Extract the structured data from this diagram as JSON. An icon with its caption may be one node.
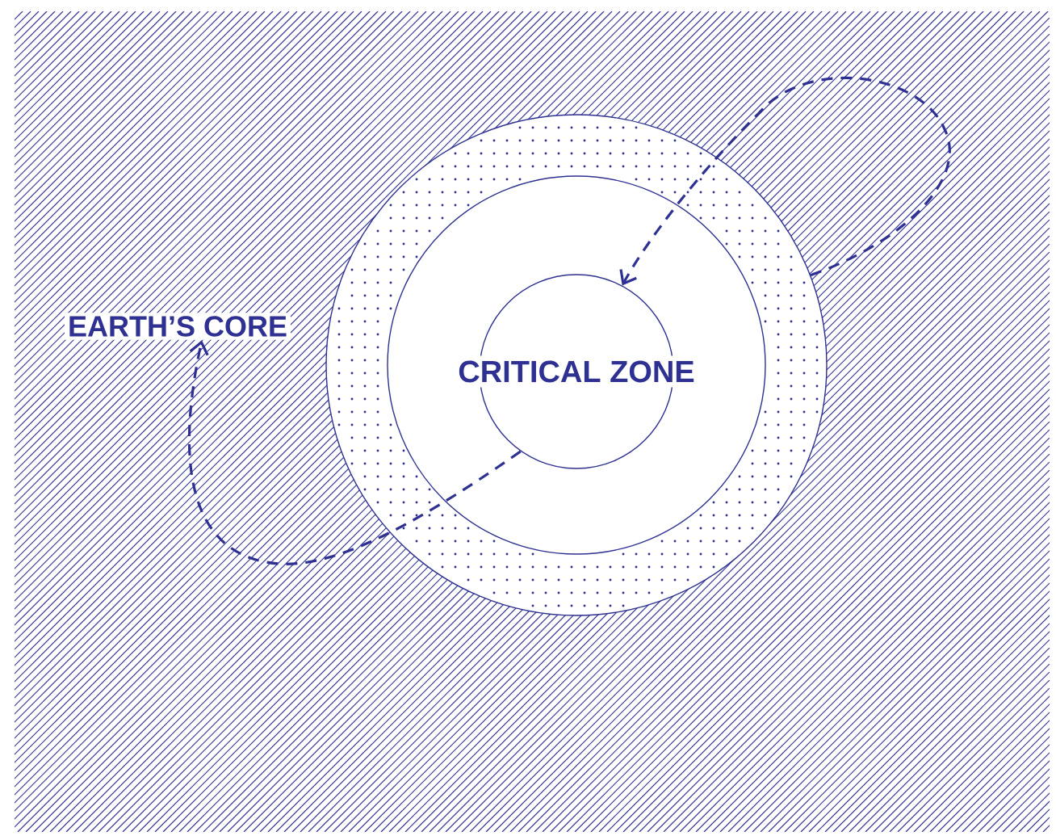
{
  "diagram": {
    "nodes": [
      {
        "text": [
          "EARTH’S CORE"
        ]
      },
      {
        "text": [],
        "shape": "circle"
      },
      {
        "text": [],
        "shape": "circle",
        "in": 1
      },
      {
        "text": [
          "CRITICAL ZONE"
        ],
        "in": 2
      }
    ],
    "edges": [
      {
        "from": 3,
        "to": 0,
        "arrow": "to",
        "style": "dashed"
      },
      {
        "from": 1,
        "to": 3,
        "arrow": "to",
        "style": "dashed"
      }
    ]
  }
}
